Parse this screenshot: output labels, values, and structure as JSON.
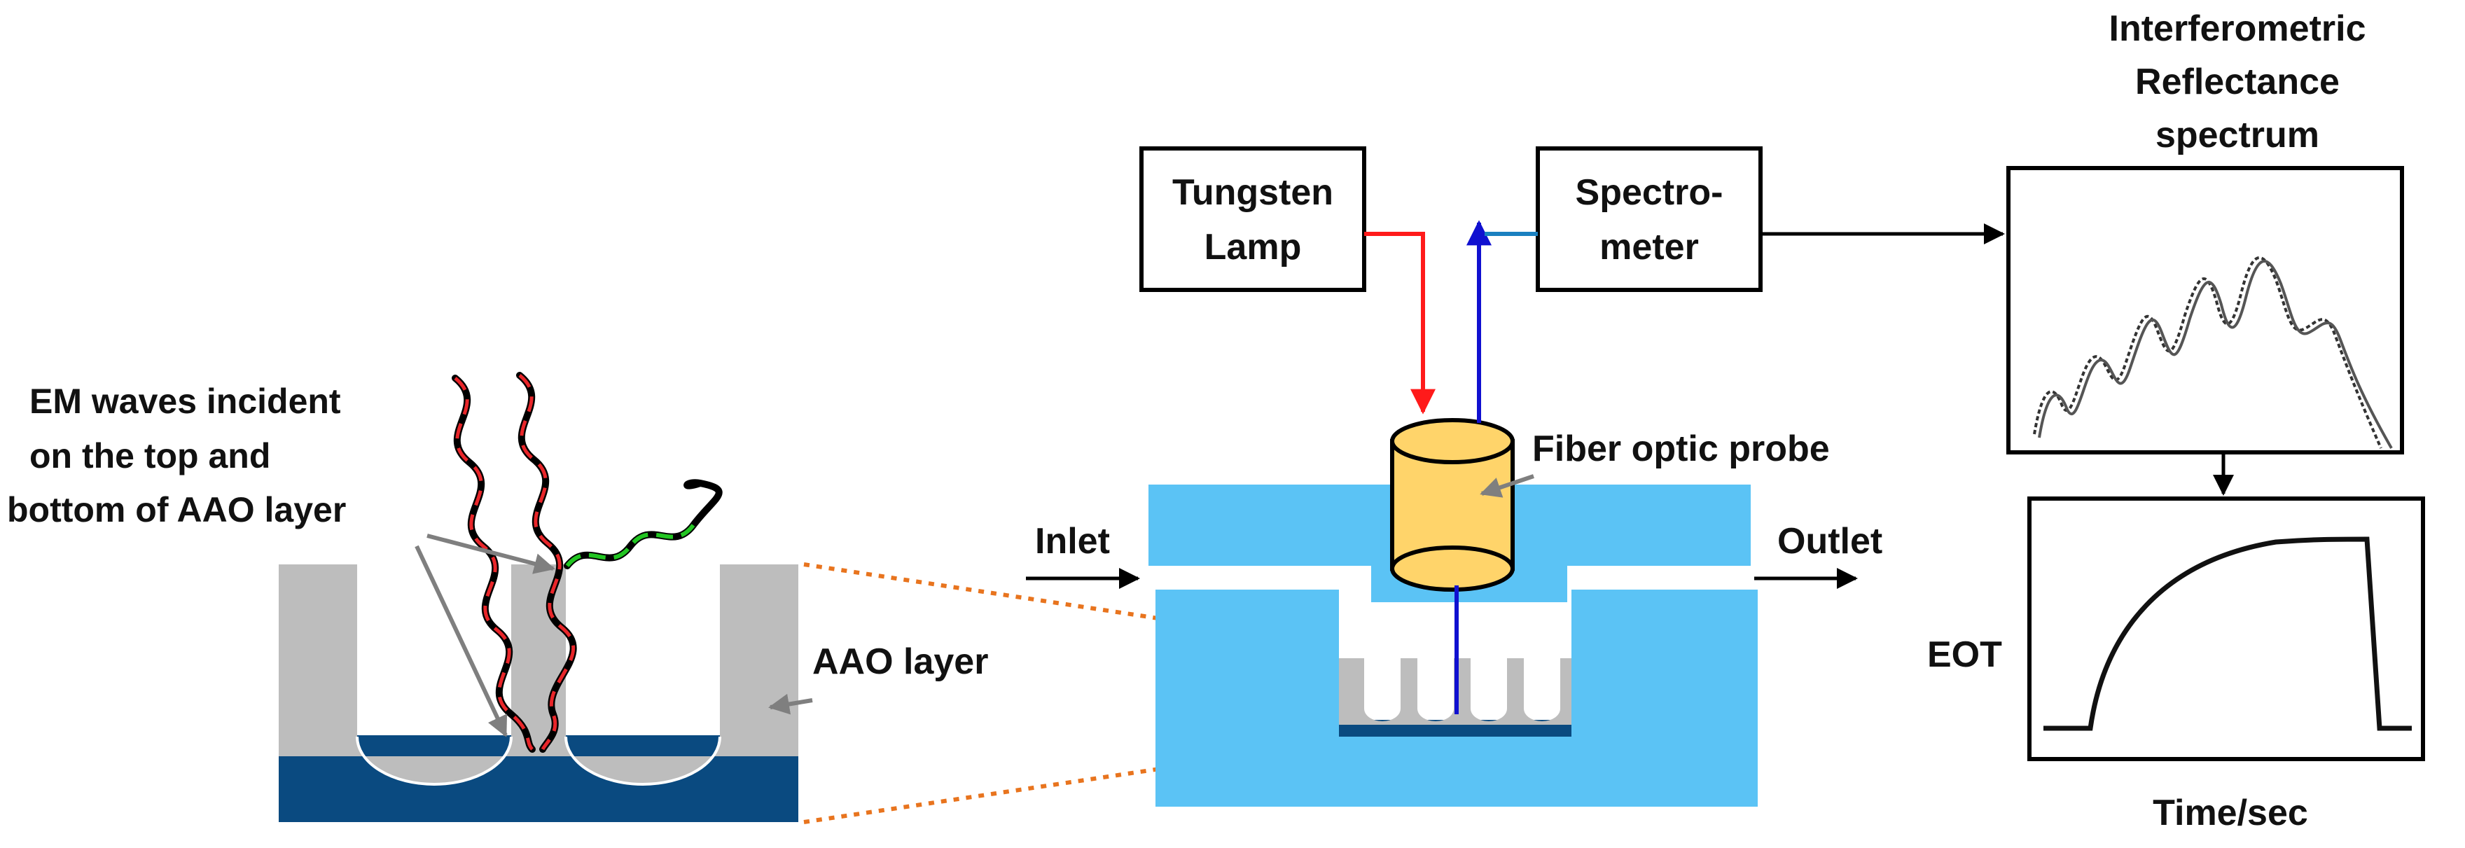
{
  "labels": {
    "tungsten_1": "Tungsten",
    "tungsten_2": "Lamp",
    "spectro_1": "Spectro-",
    "spectro_2": "meter",
    "spectrum_1": "Interferometric",
    "spectrum_2": "Reflectance",
    "spectrum_3": "spectrum",
    "em_1": "EM waves incident",
    "em_2": "on the top and",
    "em_3": "bottom of AAO layer",
    "aao": "AAO layer",
    "fiber": "Fiber optic probe",
    "inlet": "Inlet",
    "outlet": "Outlet",
    "eot": "EOT",
    "time": "Time/sec"
  },
  "colors": {
    "cell_blue": "#5bc3f5",
    "substrate_blue": "#0a4a80",
    "aao_gray": "#bdbdbd",
    "probe_fill": "#ffd46a",
    "light_in_red": "#ff1a1a",
    "light_out_blue": "#1010d0",
    "zoom_dash": "#e8741e",
    "wave_red": "#e8262a",
    "wave_green": "#22c522"
  },
  "icons": {
    "wave": "helix-wave-icon"
  }
}
